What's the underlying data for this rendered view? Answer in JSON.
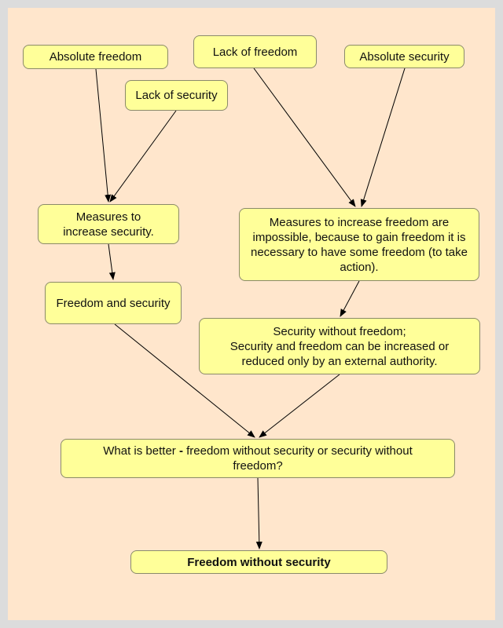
{
  "nodes": {
    "absolute_freedom": "Absolute freedom",
    "lack_of_freedom": "Lack of freedom",
    "absolute_security": "Absolute security",
    "lack_of_security": "Lack of security",
    "measures_security": "Measures to increase security.",
    "measures_freedom": "Measures to increase freedom are impossible, because to gain freedom it is necessary to have some freedom (to take action).",
    "freedom_and_security": "Freedom and security",
    "security_without_freedom_line1": "Security without freedom;",
    "security_without_freedom_line2": "Security and freedom can be increased or reduced only by an external authority.",
    "question_prefix": "What is better ",
    "question_dash": "-",
    "question_rest": " freedom without security or security without freedom?",
    "answer": "Freedom without security"
  },
  "colors": {
    "frame": "#dcdcdc",
    "background": "#ffe6cc",
    "node_fill": "#ffff99",
    "node_border": "#8a8a6a"
  }
}
